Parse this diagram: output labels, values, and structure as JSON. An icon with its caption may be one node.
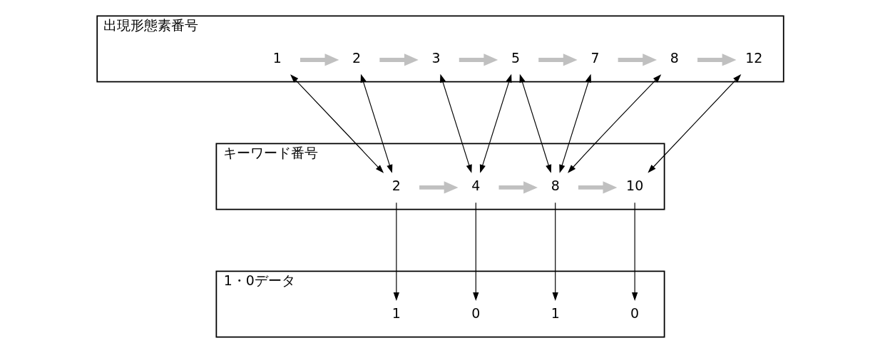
{
  "diagram": {
    "nodes": [
      {
        "text": [
          "出現形態素番号"
        ]
      },
      {
        "text": [
          "1"
        ],
        "in": 0
      },
      {
        "text": [
          "2"
        ],
        "in": 0
      },
      {
        "text": [
          "3"
        ],
        "in": 0
      },
      {
        "text": [
          "5"
        ],
        "in": 0
      },
      {
        "text": [
          "7"
        ],
        "in": 0
      },
      {
        "text": [
          "8"
        ],
        "in": 0
      },
      {
        "text": [
          "12"
        ],
        "in": 0
      },
      {
        "text": [
          "キーワード番号"
        ]
      },
      {
        "text": [
          "2"
        ],
        "in": 8
      },
      {
        "text": [
          "4"
        ],
        "in": 8
      },
      {
        "text": [
          "8"
        ],
        "in": 8
      },
      {
        "text": [
          "10"
        ],
        "in": 8
      },
      {
        "text": [
          "1・0データ"
        ]
      },
      {
        "text": [
          "1"
        ],
        "in": 13
      },
      {
        "text": [
          "0"
        ],
        "in": 13
      },
      {
        "text": [
          "1"
        ],
        "in": 13
      },
      {
        "text": [
          "0"
        ],
        "in": 13
      }
    ],
    "edges": [
      {
        "from": 1,
        "to": 2,
        "arrow": "to",
        "style": "thick",
        "color": "#c0c0c0"
      },
      {
        "from": 2,
        "to": 3,
        "arrow": "to",
        "style": "thick",
        "color": "#c0c0c0"
      },
      {
        "from": 3,
        "to": 4,
        "arrow": "to",
        "style": "thick",
        "color": "#c0c0c0"
      },
      {
        "from": 4,
        "to": 5,
        "arrow": "to",
        "style": "thick",
        "color": "#c0c0c0"
      },
      {
        "from": 5,
        "to": 6,
        "arrow": "to",
        "style": "thick",
        "color": "#c0c0c0"
      },
      {
        "from": 6,
        "to": 7,
        "arrow": "to",
        "style": "thick",
        "color": "#c0c0c0"
      },
      {
        "from": 1,
        "to": 9,
        "arrow": "both"
      },
      {
        "from": 2,
        "to": 9,
        "arrow": "both"
      },
      {
        "from": 3,
        "to": 10,
        "arrow": "both"
      },
      {
        "from": 4,
        "to": 10,
        "arrow": "both"
      },
      {
        "from": 4,
        "to": 11,
        "arrow": "both"
      },
      {
        "from": 5,
        "to": 11,
        "arrow": "both"
      },
      {
        "from": 6,
        "to": 11,
        "arrow": "both"
      },
      {
        "from": 7,
        "to": 12,
        "arrow": "both"
      },
      {
        "from": 9,
        "to": 10,
        "arrow": "to",
        "style": "thick",
        "color": "#c0c0c0"
      },
      {
        "from": 10,
        "to": 11,
        "arrow": "to",
        "style": "thick",
        "color": "#c0c0c0"
      },
      {
        "from": 11,
        "to": 12,
        "arrow": "to",
        "style": "thick",
        "color": "#c0c0c0"
      },
      {
        "from": 9,
        "to": 14,
        "arrow": "to"
      },
      {
        "from": 10,
        "to": 15,
        "arrow": "to"
      },
      {
        "from": 11,
        "to": 16,
        "arrow": "to"
      },
      {
        "from": 12,
        "to": 17,
        "arrow": "to"
      }
    ]
  }
}
